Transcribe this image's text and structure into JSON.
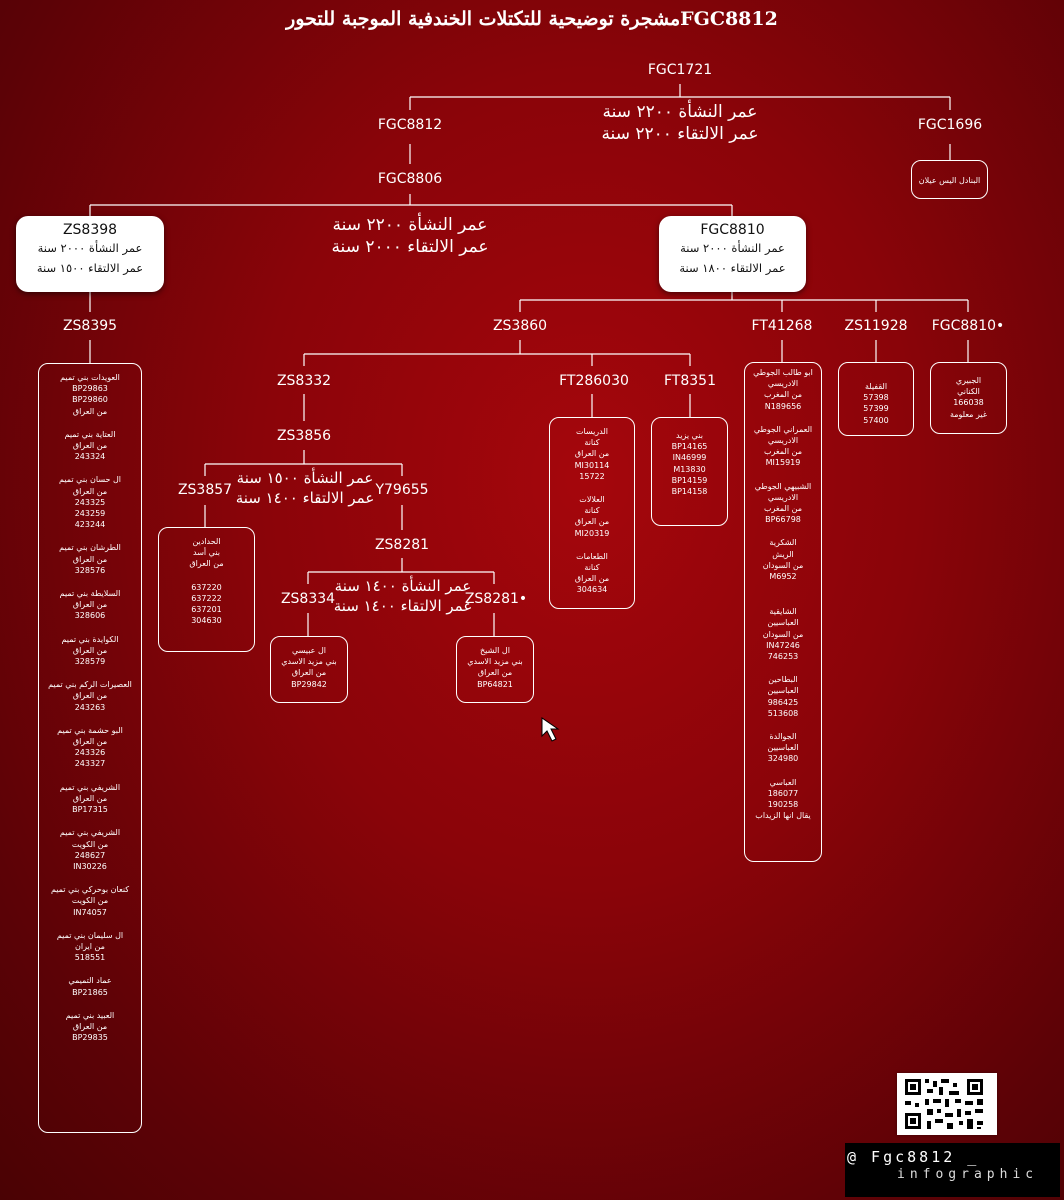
{
  "title": "مشجرة توضيحية للتكتلات الخندفية الموجبة للتحورFGC8812",
  "nodes": {
    "fgc1721": "FGC1721",
    "fgc8812": "FGC8812",
    "fgc1696": "FGC1696",
    "fgc8806": "FGC8806",
    "zs8398": "ZS8398",
    "fgc8810": "FGC8810",
    "zs8395": "ZS8395",
    "zs3860": "ZS3860",
    "ft41268": "FT41268",
    "zs11928": "ZS11928",
    "fgc8810x": "FGC8810•",
    "zs8332": "ZS8332",
    "ft286030": "FT286030",
    "ft8351": "FT8351",
    "zs3856": "ZS3856",
    "zs3857": "ZS3857",
    "y79655": "Y79655",
    "zs8281": "ZS8281",
    "zs8334": "ZS8334",
    "zs8281x": "ZS8281•"
  },
  "ages": {
    "a1": [
      "عمر النشأة ٢٢٠٠ سنة",
      "عمر الالتقاء ٢٢٠٠ سنة"
    ],
    "a2": [
      "عمر النشأة ٢٢٠٠ سنة",
      "عمر الالتقاء ٢٠٠٠ سنة"
    ],
    "a3": [
      "عمر النشأة ١٥٠٠ سنة",
      "عمر الالتقاء ١٤٠٠ سنة"
    ],
    "a4": [
      "عمر النشأة ١٤٠٠ سنة",
      "عمر الالتقاء ١٤٠٠ سنة"
    ]
  },
  "white_boxes": {
    "zs8398": [
      "عمر النشأة ٢٠٠٠ سنة",
      "عمر الالتقاء ١٥٠٠ سنة"
    ],
    "fgc8810": [
      "عمر النشأة ٢٠٠٠ سنة",
      "عمر الالتقاء ١٨٠٠ سنة"
    ]
  },
  "boxes": {
    "fgc1696": [
      "البنادل اليس عيلان"
    ],
    "zs8395": [
      "العويدات بني تميم",
      "BP29863",
      "BP29860",
      "من العراق",
      "",
      "العتاية بني تميم",
      "من العراق",
      "243324",
      "",
      "ال حسان بني تميم",
      "من العراق",
      "243325",
      "243259",
      "423244",
      "",
      "الطرشان بني تميم",
      "من العراق",
      "328576",
      "",
      "السلايطة بني تميم",
      "من العراق",
      "328606",
      "",
      "الكوايدة بني تميم",
      "من العراق",
      "328579",
      "",
      "العصيرات الركم بني تميم",
      "من العراق",
      "243263",
      "",
      "البو حشمة بني تميم",
      "من العراق",
      "243326",
      "243327",
      "",
      "الشريفي بني تميم",
      "من العراق",
      "BP17315",
      "",
      "الشريفي بني تميم",
      "من الكويت",
      "248627",
      "IN30226",
      "",
      "كنعان بوحركي بني تميم",
      "من الكويت",
      "IN74057",
      "",
      "ال سليمان بني تميم",
      "من ايران",
      "518551",
      "",
      "عماد التميمي",
      "BP21865",
      "",
      "العبيد بني تميم",
      "من العراق",
      "BP29835"
    ],
    "zs3857": [
      "الحدادين",
      "بني أسد",
      "من العراق",
      "",
      "637220",
      "637222",
      "637201",
      "304630"
    ],
    "zs8334": [
      "ال عبيسي",
      "بني مزيد الاسدي",
      "من العراق",
      "BP29842"
    ],
    "zs8281x": [
      "ال الشيخ",
      "بني مزيد الاسدي",
      "من العراق",
      "BP64821"
    ],
    "ft286030": [
      "الدريسات",
      "كنانة",
      "من العراق",
      "MI30114",
      "15722",
      "",
      "العلالات",
      "كنانة",
      "من العراق",
      "MI20319",
      "",
      "الطعامات",
      "كنانة",
      "من العراق",
      "304634"
    ],
    "ft8351": [
      "بني يزيد",
      "BP14165",
      "IN46999",
      "M13830",
      "BP14159",
      "BP14158"
    ],
    "ft41268": [
      "ابو طالب الجوطي",
      "الادريسي",
      "من المغرب",
      "N189656",
      "",
      "العمراني الجوطي",
      "الادريسي",
      "من المغرب",
      "MI15919",
      "",
      "الشبيهي الجوطي",
      "الادريسي",
      "من المغرب",
      "BP66798",
      "",
      "الشكرية",
      "الريش",
      "من السودان",
      "M6952",
      "",
      "",
      "الشايقية",
      "العباسيين",
      "من السودان",
      "IN47246",
      "746253",
      "",
      "البطاحين",
      "العباسيين",
      "986425",
      "513608",
      "",
      "الجوالدة",
      "العباسيين",
      "324980",
      "",
      "العباسي",
      "186077",
      "190258",
      "يقال انها الزيداب"
    ],
    "zs11928": [
      "القفيلة",
      "57398",
      "57399",
      "57400"
    ],
    "fgc8810x": [
      "الجبيري",
      "الكناني",
      "166038",
      "غير معلومة"
    ]
  },
  "credit": {
    "line1": "@ Fgc8812 _",
    "line2": "infographic"
  },
  "icons": {
    "cursor": "arrow-cursor-icon",
    "qr": "qr-code-icon"
  },
  "colors": {
    "background": "#8a0409",
    "lines": "#ffffff",
    "box_fill": "#ffffff"
  }
}
